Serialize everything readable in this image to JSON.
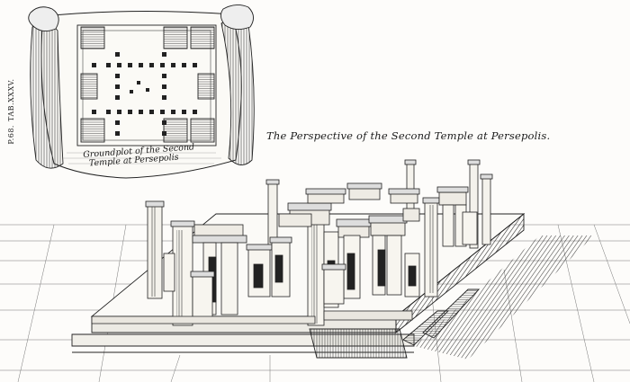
{
  "plate": {
    "page_reference": "P.68.",
    "tab_label": "TAB.XXXV.",
    "title": "The Perspective of the Second Temple at Persepolis.",
    "plan_caption_line1": "Groundplot of the Second",
    "plan_caption_line2": "Temple at Persepolis"
  },
  "colors": {
    "paper": "#fdfcfa",
    "ink": "#1c1c1c"
  }
}
